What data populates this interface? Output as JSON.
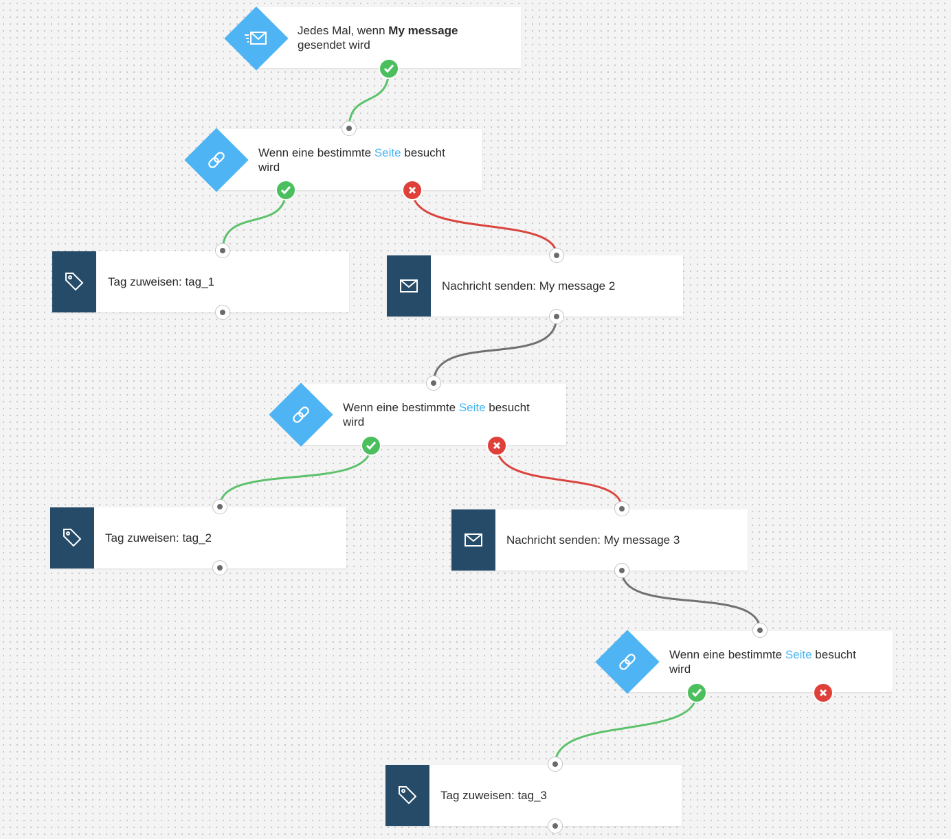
{
  "colors": {
    "accent": "#4fb4f3",
    "action_dark": "#264b69",
    "success": "#4bbf5d",
    "error": "#e0403a",
    "link": "#47b5f2"
  },
  "start": {
    "text_before": "Jedes Mal, wenn ",
    "text_bold": "My message",
    "text_after": "gesendet wird",
    "icon": "email-send-icon"
  },
  "conditions": [
    {
      "text_before": "Wenn eine bestimmte ",
      "link": "Seite",
      "text_after": " besucht",
      "line2": "wird",
      "icon": "link-icon"
    },
    {
      "text_before": "Wenn eine bestimmte ",
      "link": "Seite",
      "text_after": " besucht",
      "line2": "wird",
      "icon": "link-icon"
    },
    {
      "text_before": "Wenn eine bestimmte ",
      "link": "Seite",
      "text_after": " besucht",
      "line2": "wird",
      "icon": "link-icon"
    }
  ],
  "actions": [
    {
      "label": "Tag zuweisen: tag_1",
      "icon": "tag-icon"
    },
    {
      "label": "Nachricht senden: My message 2",
      "icon": "envelope-icon"
    },
    {
      "label": "Tag zuweisen: tag_2",
      "icon": "tag-icon"
    },
    {
      "label": "Nachricht senden: My message 3",
      "icon": "envelope-icon"
    },
    {
      "label": "Tag zuweisen: tag_3",
      "icon": "tag-icon"
    }
  ]
}
